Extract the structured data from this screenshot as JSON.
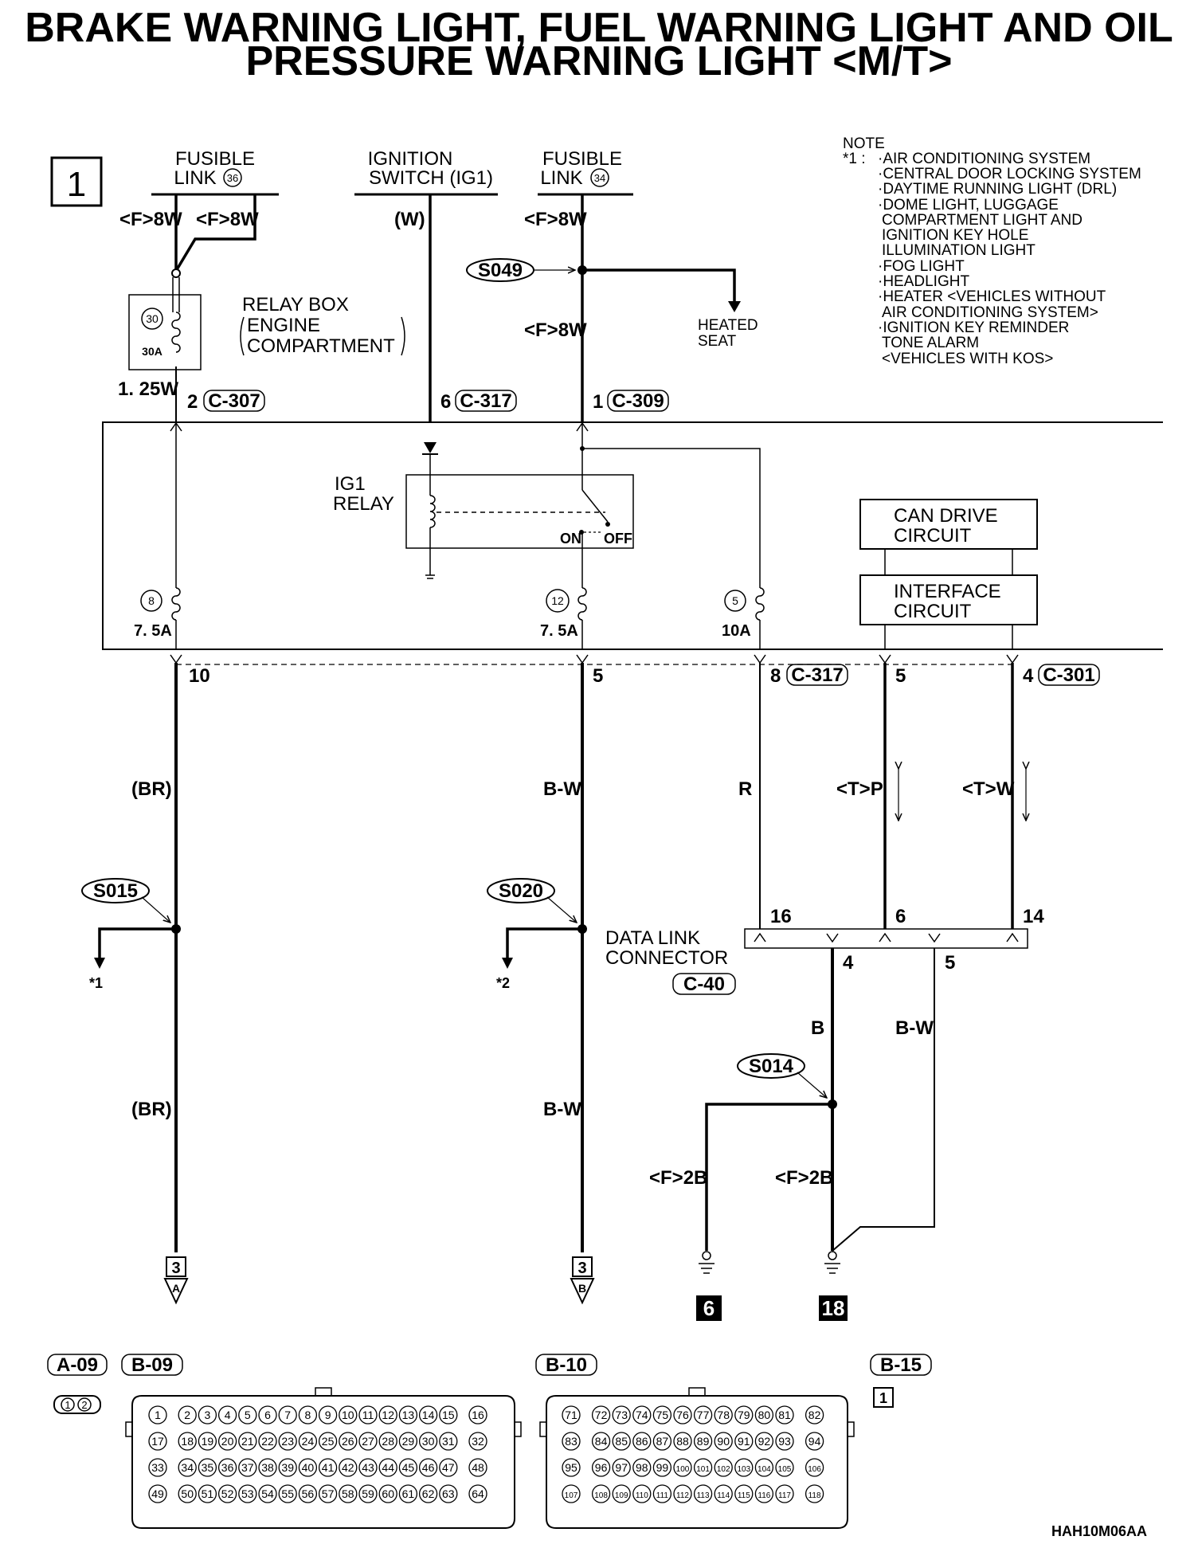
{
  "title": {
    "line1": "BRAKE WARNING LIGHT, FUEL WARNING LIGHT AND OIL",
    "line2": "PRESSURE WARNING LIGHT <M/T>"
  },
  "page_box": "1",
  "sources": {
    "fusible_link_36": {
      "line1": "FUSIBLE",
      "line2": "LINK",
      "num": "36"
    },
    "ignition_switch": {
      "line1": "IGNITION",
      "line2": "SWITCH (IG1)"
    },
    "fusible_link_34": {
      "line1": "FUSIBLE",
      "line2": "LINK",
      "num": "34"
    }
  },
  "note": {
    "heading": "NOTE",
    "star": "*1 :",
    "lines": [
      "·AIR CONDITIONING SYSTEM",
      "·CENTRAL DOOR LOCKING SYSTEM",
      "·DAYTIME RUNNING LIGHT (DRL)",
      "·DOME LIGHT, LUGGAGE",
      "COMPARTMENT LIGHT AND",
      "IGNITION KEY HOLE",
      "ILLUMINATION LIGHT",
      "·FOG LIGHT",
      "·HEADLIGHT",
      "·HEATER <VEHICLES WITHOUT",
      "AIR CONDITIONING SYSTEM>",
      "·IGNITION KEY REMINDER",
      "TONE ALARM",
      "<VEHICLES WITH KOS>"
    ]
  },
  "wires": {
    "f8w_a": "<F>8W",
    "f8w_b": "<F>8W",
    "w_ign": "(W)",
    "f8w_c": "<F>8W",
    "f8w_d": "<F>8W",
    "w125": "1. 25W",
    "br1": "(BR)",
    "br2": "(BR)",
    "bw1": "B-W",
    "bw2": "B-W",
    "r": "R",
    "tp": "<T>P",
    "tw": "<T>W",
    "b": "B",
    "bw3": "B-W",
    "f2b_a": "<F>2B",
    "f2b_b": "<F>2B"
  },
  "relay_box": {
    "label1": "RELAY BOX",
    "label2": "ENGINE",
    "label3": "COMPARTMENT",
    "fuse_num": "30",
    "fuse_amp": "30A"
  },
  "splices": {
    "s049": "S049",
    "s015": "S015",
    "s020": "S020",
    "s014": "S014"
  },
  "heated_seat": {
    "line1": "HEATED",
    "line2": "SEAT"
  },
  "connectors_top": [
    {
      "pin": "2",
      "id": "C-307"
    },
    {
      "pin": "6",
      "id": "C-317"
    },
    {
      "pin": "1",
      "id": "C-309"
    }
  ],
  "ig1_relay": {
    "line1": "IG1",
    "line2": "RELAY",
    "on": "ON",
    "off": "OFF"
  },
  "can_drive": {
    "line1": "CAN DRIVE",
    "line2": "CIRCUIT"
  },
  "interface": {
    "line1": "INTERFACE",
    "line2": "CIRCUIT"
  },
  "fuses": [
    {
      "num": "8",
      "amp": "7. 5A"
    },
    {
      "num": "12",
      "amp": "7. 5A"
    },
    {
      "num": "5",
      "amp": "10A"
    }
  ],
  "connectors_bottom": {
    "p10": "10",
    "p5a": "5",
    "p8": "8",
    "c317": "C-317",
    "p5b": "5",
    "p4": "4",
    "c301": "C-301"
  },
  "dlc": {
    "line1": "DATA LINK",
    "line2": "CONNECTOR",
    "id": "C-40",
    "p16": "16",
    "p6": "6",
    "p14": "14",
    "p4": "4",
    "p5": "5"
  },
  "stars": {
    "s1": "*1",
    "s2": "*2"
  },
  "destinations": {
    "a_num": "3",
    "a_let": "A",
    "b_num": "3",
    "b_let": "B"
  },
  "grounds": {
    "g6": "6",
    "g18": "18"
  },
  "conn_labels": {
    "a09": "A-09",
    "b09": "B-09",
    "b10": "B-10",
    "b15": "B-15",
    "b15_box": "1"
  },
  "a09_pins": [
    "1",
    "2"
  ],
  "b09_pins": [
    [
      "1",
      "2",
      "3",
      "4",
      "5",
      "6",
      "7",
      "8",
      "9",
      "10",
      "11",
      "12",
      "13",
      "14",
      "15",
      "16"
    ],
    [
      "17",
      "18",
      "19",
      "20",
      "21",
      "22",
      "23",
      "24",
      "25",
      "26",
      "27",
      "28",
      "29",
      "30",
      "31",
      "32"
    ],
    [
      "33",
      "34",
      "35",
      "36",
      "37",
      "38",
      "39",
      "40",
      "41",
      "42",
      "43",
      "44",
      "45",
      "46",
      "47",
      "48"
    ],
    [
      "49",
      "50",
      "51",
      "52",
      "53",
      "54",
      "55",
      "56",
      "57",
      "58",
      "59",
      "60",
      "61",
      "62",
      "63",
      "64"
    ]
  ],
  "b10_pins": [
    [
      "71",
      "72",
      "73",
      "74",
      "75",
      "76",
      "77",
      "78",
      "79",
      "80",
      "81",
      "82"
    ],
    [
      "83",
      "84",
      "85",
      "86",
      "87",
      "88",
      "89",
      "90",
      "91",
      "92",
      "93",
      "94"
    ],
    [
      "95",
      "96",
      "97",
      "98",
      "99",
      "100",
      "101",
      "102",
      "103",
      "104",
      "105",
      "106"
    ],
    [
      "107",
      "108",
      "109",
      "110",
      "111",
      "112",
      "113",
      "114",
      "115",
      "116",
      "117",
      "118"
    ]
  ],
  "code": "HAH10M06AA"
}
